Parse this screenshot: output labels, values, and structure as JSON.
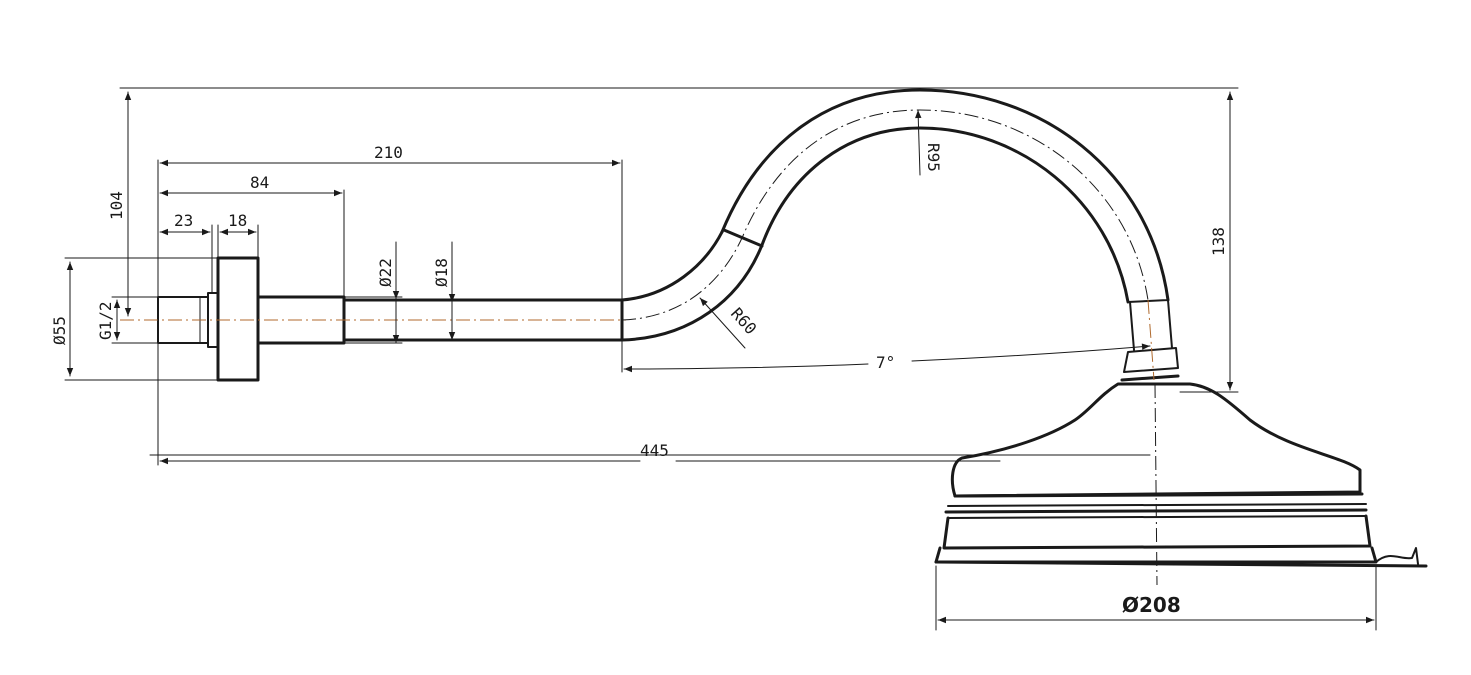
{
  "dimensions": {
    "d104": "104",
    "d210": "210",
    "d84": "84",
    "d23": "23",
    "d18a": "18",
    "dia22": "Ø22",
    "dia18": "Ø18",
    "dia55": "Ø55",
    "g12": "G1/2",
    "r95": "R95",
    "r60": "R60",
    "d138": "138",
    "angle7": "7°",
    "d445": "445",
    "dia208": "Ø208"
  },
  "colors": {
    "line": "#1a1a1a",
    "centerline": "#b06a2e"
  }
}
